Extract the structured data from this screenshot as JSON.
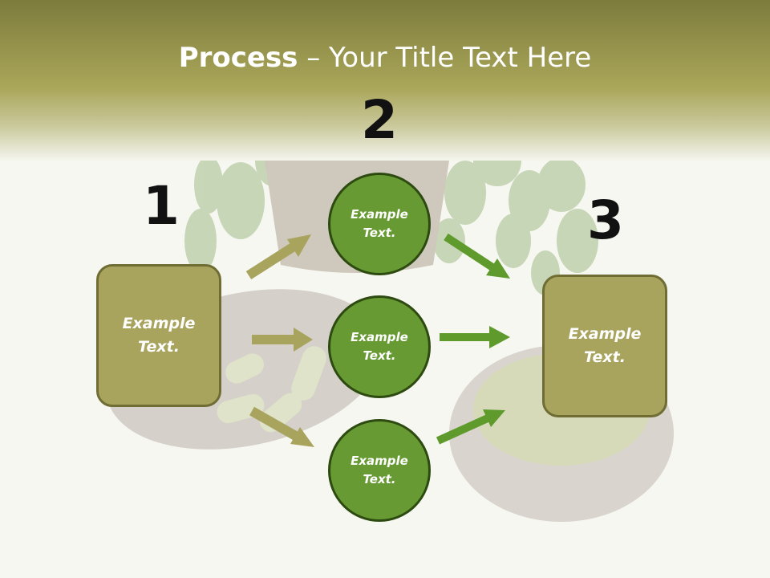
{
  "title": {
    "bold": "Process",
    "rest": " – Your Title Text Here"
  },
  "steps": {
    "one": "1",
    "two": "2",
    "three": "3"
  },
  "nodes": {
    "left_box": "Example\nText.",
    "circle_top": "Example\nText.",
    "circle_mid": "Example\nText.",
    "circle_bottom": "Example\nText.",
    "right_box": "Example\nText."
  },
  "colors": {
    "banner": "#7e7c3a",
    "box_fill": "#a8a45e",
    "circle_fill": "#679a33",
    "arrow_left": "#a8a45e",
    "arrow_right": "#5e9a2c"
  }
}
